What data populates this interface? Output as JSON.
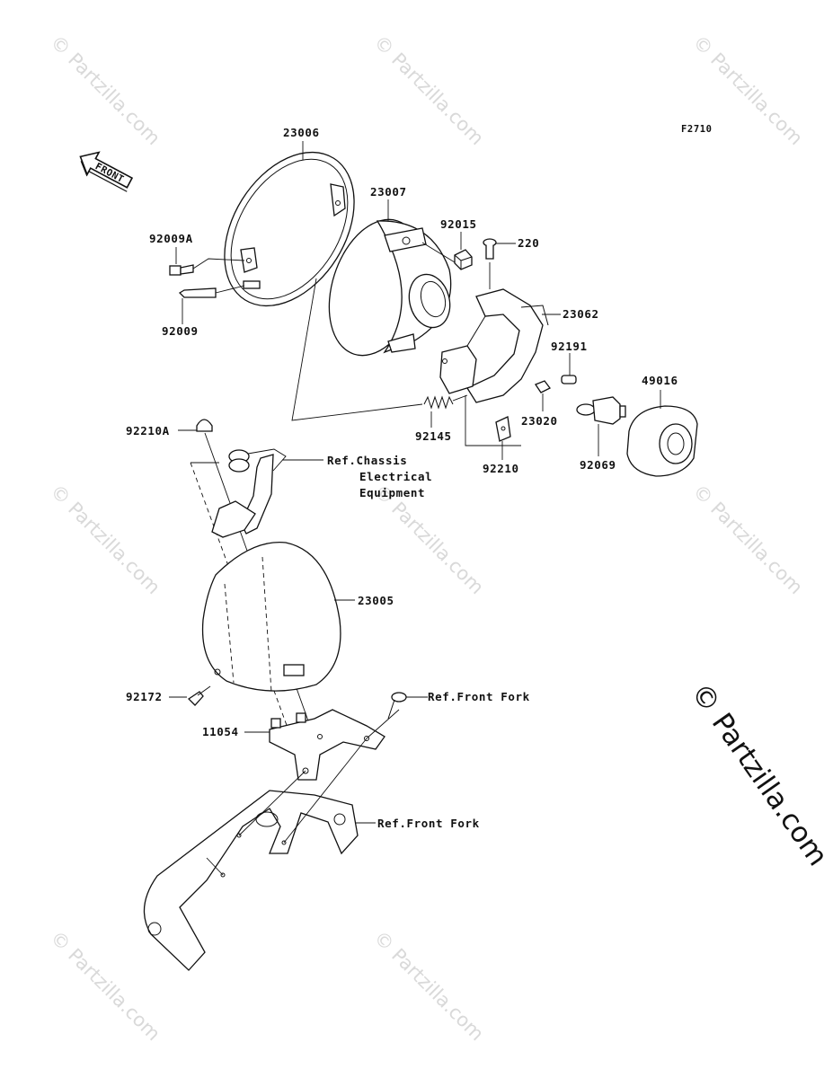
{
  "figure_code": "F2710",
  "front_badge": "FRONT",
  "watermark": "© Partzilla.com",
  "brand": "© Partzilla.com",
  "parts": {
    "rim": "23006",
    "housing": "23007",
    "nut_92015": "92015",
    "screw_220": "220",
    "bracket_23062": "23062",
    "bolt_92009A": "92009A",
    "bolt_92009": "92009",
    "pin_92191": "92191",
    "cover_49016": "49016",
    "spring_92145": "92145",
    "clip_23020": "23020",
    "bulb_92069": "92069",
    "plate_92210": "92210",
    "nut_92210A": "92210A",
    "shell_23005": "23005",
    "screw_92172": "92172",
    "bracket_11054": "11054"
  },
  "refs": {
    "chassis_line1": "Ref.Chassis",
    "chassis_line2": "Electrical",
    "chassis_line3": "Equipment",
    "front_fork_upper": "Ref.Front Fork",
    "front_fork_lower": "Ref.Front Fork"
  }
}
